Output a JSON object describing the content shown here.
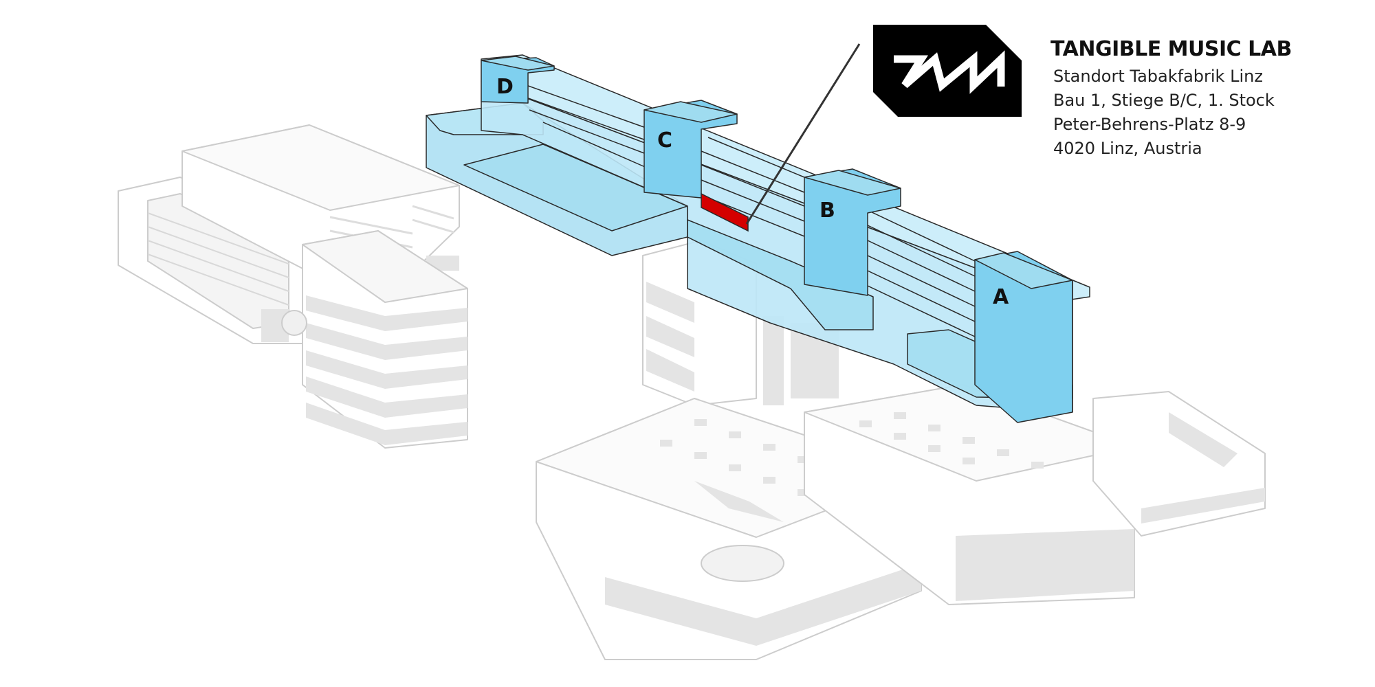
{
  "lab": {
    "name": "TANGIBLE MUSIC LAB",
    "address_lines": [
      "Standort Tabakfabrik Linz",
      "Bau 1, Stiege B/C, 1. Stock",
      "Peter-Behrens-Platz 8-9",
      "4020 Linz, Austria"
    ]
  },
  "stairwells": [
    {
      "id": "stairwell-d",
      "label": "D"
    },
    {
      "id": "stairwell-c",
      "label": "C"
    },
    {
      "id": "stairwell-b",
      "label": "B"
    },
    {
      "id": "stairwell-a",
      "label": "A"
    }
  ],
  "colors": {
    "building_highlight": "#a8def2",
    "building_highlight_dark": "#7fd0ef",
    "lab_marker": "#d40000",
    "context_buildings": "#e4e4e4",
    "logo_background": "#000000"
  },
  "icons": {
    "logo": "tangible-music-lab-logo-icon"
  }
}
